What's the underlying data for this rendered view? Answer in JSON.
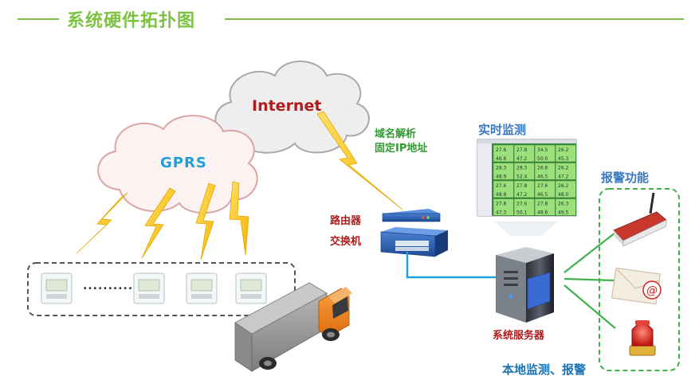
{
  "page_title": "系统硬件拓扑图",
  "clouds": {
    "internet": "Internet",
    "gprs": "GPRS"
  },
  "labels": {
    "dns_line1": "域名解析",
    "dns_line2": "固定IP地址",
    "router": "路由器",
    "switch": "交换机",
    "realtime": "实时监测",
    "alarm_func": "报警功能",
    "server": "系统服务器",
    "local": "本地监测、报警"
  },
  "device_ellipsis": "..........",
  "monitor_cells": [
    [
      "27.6",
      "27.8",
      "34.5",
      "26.2"
    ],
    [
      "46.6",
      "47.2",
      "50.0",
      "45.3"
    ],
    [
      "28.3",
      "28.3",
      "26.8",
      "26.2"
    ],
    [
      "48.9",
      "52.4",
      "46.5",
      "47.2"
    ],
    [
      "27.6",
      "27.8",
      "27.6",
      "26.2"
    ],
    [
      "48.8",
      "47.2",
      "46.5",
      "48.0"
    ],
    [
      "27.8",
      "27.6",
      "27.8",
      "26.3"
    ],
    [
      "47.3",
      "50.1",
      "48.6",
      "49.5"
    ]
  ],
  "colors": {
    "title": "#7dc242",
    "internet_text": "#b01c1c",
    "gprs_text": "#1ea0dc",
    "green_label": "#2e9c2e",
    "blue_label": "#3a78c0",
    "red_label": "#b01c1c",
    "connector": "#1ea0dc",
    "alarm_box": "#3fb04a"
  }
}
